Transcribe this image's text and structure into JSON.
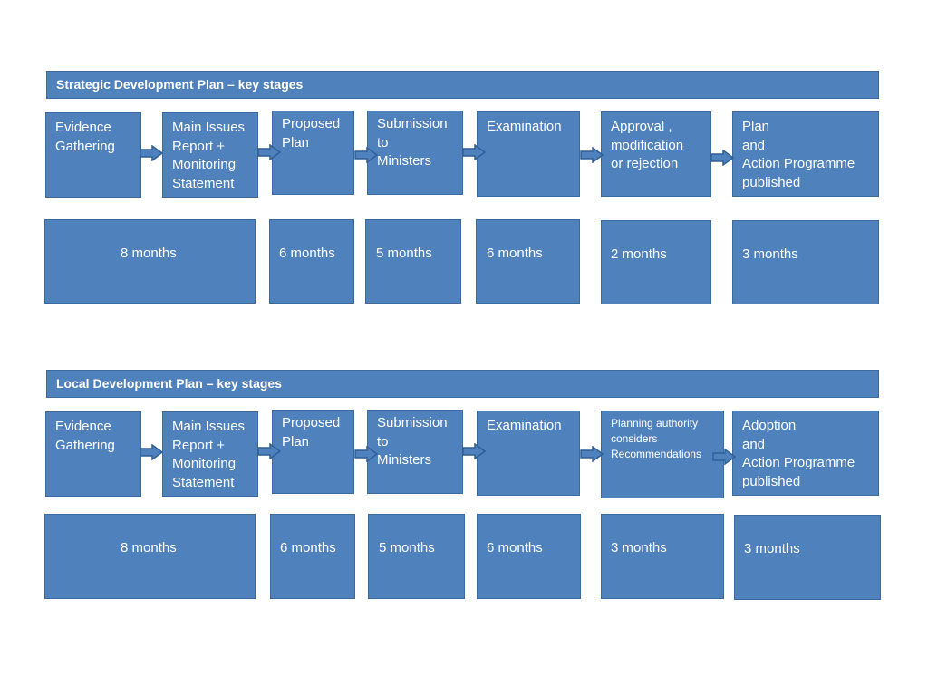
{
  "sections": [
    {
      "title": "Strategic Development Plan – key stages",
      "stages": [
        "Evidence\nGathering",
        "Main Issues\nReport +\nMonitoring\nStatement",
        "Proposed\nPlan",
        "Submission\nto\nMinisters",
        "Examination",
        "Approval ,\nmodification\nor rejection",
        "Plan\nand\nAction Programme\npublished"
      ],
      "durations": [
        "8 months",
        "6 months",
        "5 months",
        "6 months",
        "2 months",
        "3 months"
      ]
    },
    {
      "title": "Local Development Plan – key stages",
      "stages": [
        "Evidence\nGathering",
        "Main Issues\nReport +\nMonitoring\nStatement",
        "Proposed\nPlan",
        "Submission\nto\nMinisters",
        "Examination",
        "Planning authority\nconsiders\nRecommendations",
        "Adoption\nand\nAction Programme\npublished"
      ],
      "durations": [
        "8 months",
        "6 months",
        "5 months",
        "6 months",
        "3 months",
        "3 months"
      ]
    }
  ],
  "colors": {
    "box_fill": "#4f81bd",
    "box_border": "#3d6a9e",
    "text": "#ffffff",
    "arrow_fill": "#4f81bd",
    "arrow_stroke": "#2f5f95"
  }
}
